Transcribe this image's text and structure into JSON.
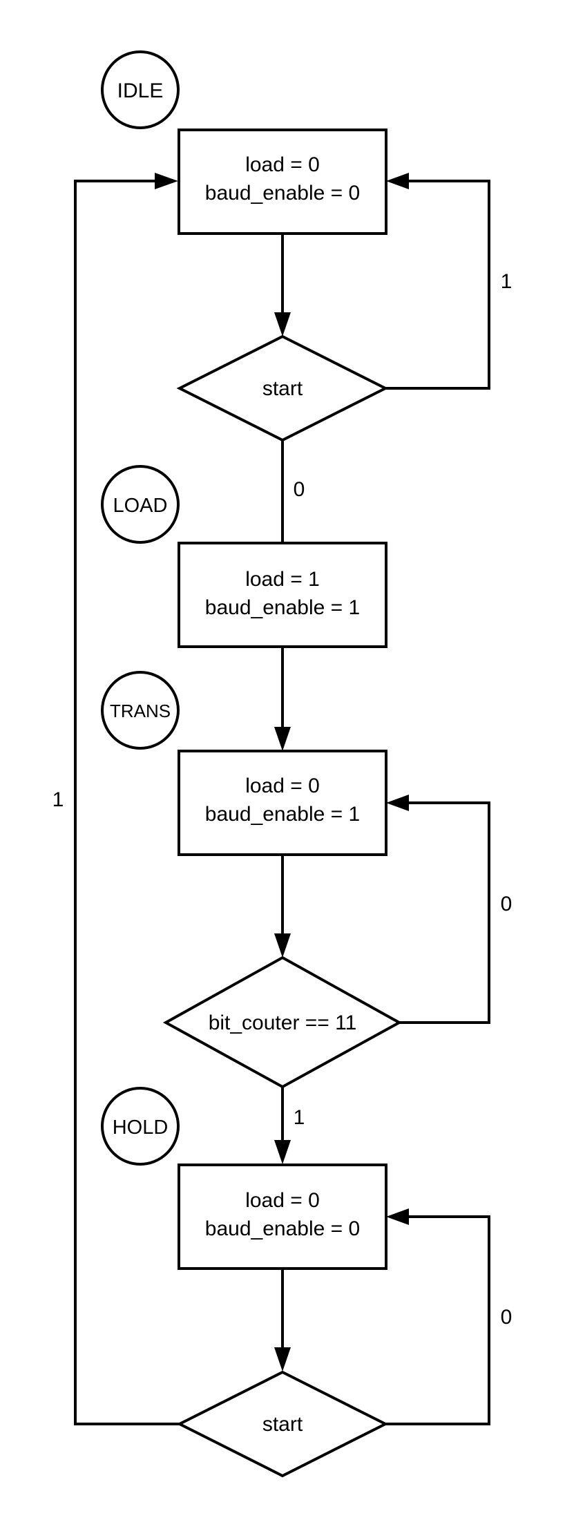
{
  "states": {
    "idle": "IDLE",
    "load": "LOAD",
    "trans": "TRANS",
    "hold": "HOLD"
  },
  "boxes": {
    "idle": {
      "line1": "load = 0",
      "line2": "baud_enable = 0"
    },
    "load": {
      "line1": "load = 1",
      "line2": "baud_enable = 1"
    },
    "trans": {
      "line1": "load = 0",
      "line2": "baud_enable = 1"
    },
    "hold": {
      "line1": "load = 0",
      "line2": "baud_enable = 0"
    }
  },
  "decisions": {
    "start1": "start",
    "bit_counter": "bit_couter == 11",
    "start2": "start"
  },
  "edge_labels": {
    "start1_true": "1",
    "start1_false": "0",
    "bit_counter_false": "0",
    "bit_counter_true": "1",
    "start2_false": "0",
    "start2_true": "1"
  }
}
